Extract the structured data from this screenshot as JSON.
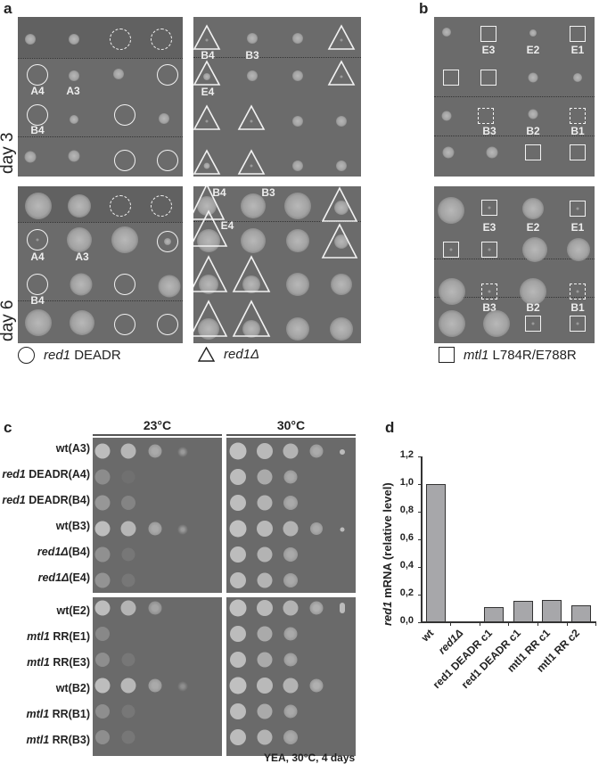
{
  "panels": {
    "a": {
      "letter": "a",
      "day3_label": "day 3",
      "day6_label": "day 6",
      "left_plate_labels": {
        "A4": "A4",
        "A3": "A3",
        "B4": "B4"
      },
      "right_plate_labels": {
        "B4": "B4",
        "B3": "B3",
        "E4": "E4"
      },
      "legend_circle": {
        "gene": "red1",
        "text": " DEADR"
      },
      "legend_triangle": {
        "gene": "red1Δ",
        "text": ""
      }
    },
    "b": {
      "letter": "b",
      "labels": {
        "E3": "E3",
        "E2": "E2",
        "E1": "E1",
        "B3": "B3",
        "B2": "B2",
        "B1": "B1"
      },
      "legend_square": {
        "gene": "mtl1",
        "text": " L784R/E788R"
      }
    },
    "c": {
      "letter": "c",
      "temp_23": "23°C",
      "temp_30": "30°C",
      "footer": "YEA, 30°C, 4 days",
      "rows_top": [
        {
          "gene": "",
          "label": "wt(A3)"
        },
        {
          "gene": "red1",
          "label": " DEADR(A4)"
        },
        {
          "gene": "red1",
          "label": " DEADR(B4)"
        },
        {
          "gene": "",
          "label": "wt(B3)"
        },
        {
          "gene": "red1Δ",
          "label": "(B4)"
        },
        {
          "gene": "red1Δ",
          "label": "(E4)"
        }
      ],
      "rows_bottom": [
        {
          "gene": "",
          "label": "wt(E2)"
        },
        {
          "gene": "mtl1",
          "label": " RR(E1)"
        },
        {
          "gene": "mtl1",
          "label": " RR(E3)"
        },
        {
          "gene": "",
          "label": "wt(B2)"
        },
        {
          "gene": "mtl1",
          "label": " RR(B1)"
        },
        {
          "gene": "mtl1",
          "label": " RR(B3)"
        }
      ]
    },
    "d": {
      "letter": "d",
      "ylabel_gene": "red1",
      "ylabel_rest": " mRNA (relative level)"
    }
  },
  "chart_data": {
    "type": "bar",
    "title": "",
    "xlabel": "",
    "ylabel": "red1 mRNA (relative level)",
    "categories": [
      "wt",
      "red1Δ",
      "red1 DEADR c1",
      "red1 DEADR c1",
      "mtl1 RR c1",
      "mtl1 RR c2"
    ],
    "values": [
      1.0,
      0.0,
      0.11,
      0.155,
      0.16,
      0.125
    ],
    "ylim": [
      0,
      1.2
    ],
    "yticks": [
      "0,0",
      "0,2",
      "0,4",
      "0,6",
      "0,8",
      "1,0",
      "1,2"
    ],
    "grid": false,
    "bar_color": "#a7a7aa"
  }
}
